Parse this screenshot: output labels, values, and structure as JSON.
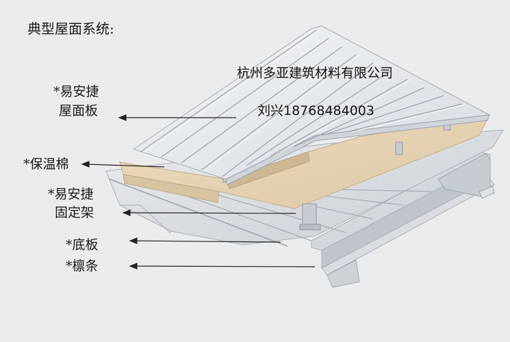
{
  "title": "典型屋面系统:",
  "company": {
    "name": "杭州多亚建筑材料有限公司",
    "contact": "刘兴18768484003"
  },
  "labels": {
    "roof_panel_line1": "*易安捷",
    "roof_panel_line2": "屋面板",
    "insulation": "*保温棉",
    "bracket_line1": "*易安捷",
    "bracket_line2": "固定架",
    "bottom_panel": "*底板",
    "purlin": "*檩条"
  },
  "colors": {
    "background": "#ebebeb",
    "panel": "#e0e4e8",
    "insulation": "#e6d4b4",
    "steel": "#cfd4d9"
  }
}
